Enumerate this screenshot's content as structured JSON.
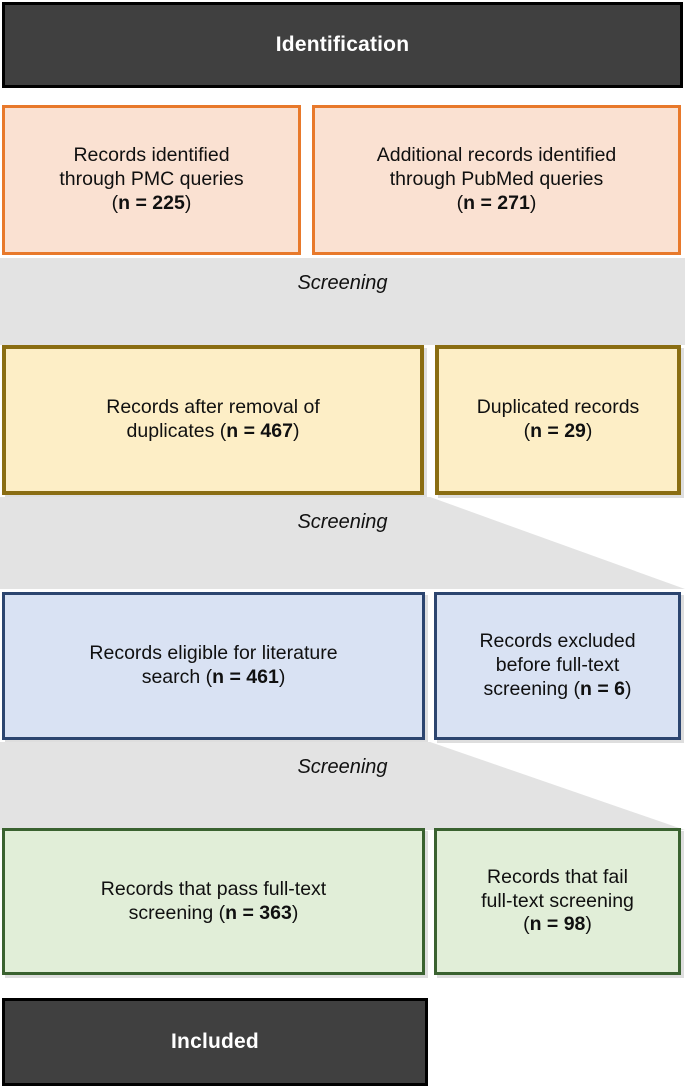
{
  "diagram": {
    "title": "PRISMA record selection flow",
    "colors": {
      "header_fill": "#404040",
      "header_text": "#ffffff",
      "band_fill": "#e3e3e3",
      "orange_fill": "#fae1d2",
      "orange_border": "#e8792b",
      "yellow_fill": "#fdeec6",
      "yellow_border": "#8a6d12",
      "blue_fill": "#d9e2f3",
      "blue_border": "#2c456f",
      "green_fill": "#e1eed8",
      "green_border": "#3a6230"
    },
    "stages": {
      "identification": "Identification",
      "included": "Included"
    },
    "bands": {
      "screening_1": "Screening",
      "screening_2": "Screening",
      "screening_3": "Screening"
    },
    "nodes": {
      "pmc": {
        "line1": "Records identified",
        "line2": "through PMC queries",
        "count_open": "(",
        "count": "n = 225",
        "count_close": ")"
      },
      "pubmed": {
        "line1": "Additional records identified",
        "line2": "through PubMed queries",
        "count_open": "(",
        "count": "n = 271",
        "count_close": ")"
      },
      "after_dedup": {
        "line1": "Records after removal of",
        "line2": "duplicates ",
        "count_open": "(",
        "count": "n = 467",
        "count_close": ")"
      },
      "duplicates": {
        "line1": "Duplicated records",
        "line2": "",
        "count_open": "(",
        "count": "n = 29",
        "count_close": ")"
      },
      "eligible": {
        "line1": "Records eligible for literature",
        "line2": "search ",
        "count_open": "(",
        "count": "n = 461",
        "count_close": ")"
      },
      "excluded_before": {
        "line1": "Records excluded",
        "line2": "before full-text",
        "line3": "screening ",
        "count_open": "(",
        "count": "n = 6",
        "count_close": ")"
      },
      "pass_fulltext": {
        "line1": "Records that pass full-text",
        "line2": "screening ",
        "count_open": "(",
        "count": "n = 363",
        "count_close": ")"
      },
      "fail_fulltext": {
        "line1": "Records that fail",
        "line2": "full-text screening",
        "count_open": "(",
        "count": "n = 98",
        "count_close": ")"
      }
    }
  },
  "chart_data": {
    "type": "diagram",
    "title": "PRISMA flow diagram of record identification and screening",
    "stages": [
      "Identification",
      "Screening",
      "Screening",
      "Screening",
      "Included"
    ],
    "nodes": [
      {
        "id": "pmc",
        "label": "Records identified through PMC queries",
        "n": 225,
        "stage": "Identification",
        "color": "orange"
      },
      {
        "id": "pubmed",
        "label": "Additional records identified through PubMed queries",
        "n": 271,
        "stage": "Identification",
        "color": "orange"
      },
      {
        "id": "after_dedup",
        "label": "Records after removal of duplicates",
        "n": 467,
        "stage": "Screening",
        "color": "yellow"
      },
      {
        "id": "duplicates",
        "label": "Duplicated records",
        "n": 29,
        "stage": "Screening",
        "color": "yellow"
      },
      {
        "id": "eligible",
        "label": "Records eligible for literature search",
        "n": 461,
        "stage": "Screening",
        "color": "blue"
      },
      {
        "id": "excluded_before",
        "label": "Records excluded before full-text screening",
        "n": 6,
        "stage": "Screening",
        "color": "blue"
      },
      {
        "id": "pass_fulltext",
        "label": "Records that pass full-text screening",
        "n": 363,
        "stage": "Screening",
        "color": "green"
      },
      {
        "id": "fail_fulltext",
        "label": "Records that fail full-text screening",
        "n": 98,
        "stage": "Screening",
        "color": "green"
      }
    ]
  }
}
